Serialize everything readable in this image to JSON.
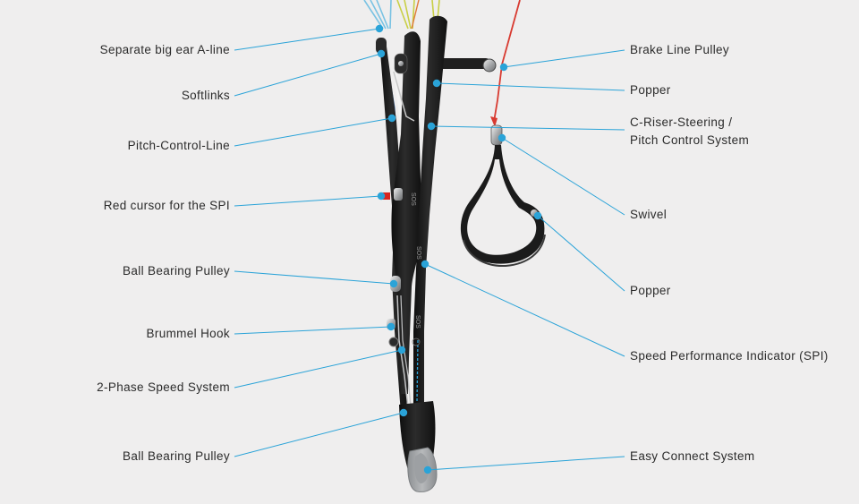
{
  "diagram": {
    "colors": {
      "background": "#efeeee",
      "callout": "#2aa3d8",
      "riser": "#1f1f1f",
      "webbing_gray": "#9fa1a4",
      "brake_line": "#d83a30",
      "a_line": "#3b6fb5",
      "line_blue": "#79c2e3",
      "line_yellow": "#c9cf45"
    },
    "left_labels": [
      {
        "id": "separate-big-ear-a-line",
        "text": "Separate big ear A-line"
      },
      {
        "id": "softlinks",
        "text": "Softlinks"
      },
      {
        "id": "pitch-control-line",
        "text": "Pitch-Control-Line"
      },
      {
        "id": "red-cursor-spi",
        "text": "Red cursor for the SPI"
      },
      {
        "id": "ball-bearing-pulley-upper",
        "text": "Ball Bearing Pulley"
      },
      {
        "id": "brummel-hook",
        "text": "Brummel Hook"
      },
      {
        "id": "two-phase-speed-system",
        "text": "2-Phase Speed System"
      },
      {
        "id": "ball-bearing-pulley-lower",
        "text": "Ball Bearing Pulley"
      }
    ],
    "right_labels": [
      {
        "id": "brake-line-pulley",
        "lines": [
          "Brake Line Pulley"
        ]
      },
      {
        "id": "popper-upper",
        "lines": [
          "Popper"
        ]
      },
      {
        "id": "c-riser-steering",
        "lines": [
          "C-Riser-Steering /",
          "Pitch Control System"
        ]
      },
      {
        "id": "swivel",
        "lines": [
          "Swivel"
        ]
      },
      {
        "id": "popper-lower",
        "lines": [
          "Popper"
        ]
      },
      {
        "id": "speed-performance-indicator",
        "lines": [
          "Speed Performance Indicator (SPI)"
        ]
      },
      {
        "id": "easy-connect-system",
        "lines": [
          "Easy Connect System"
        ]
      }
    ],
    "riser_print": "SOS"
  }
}
